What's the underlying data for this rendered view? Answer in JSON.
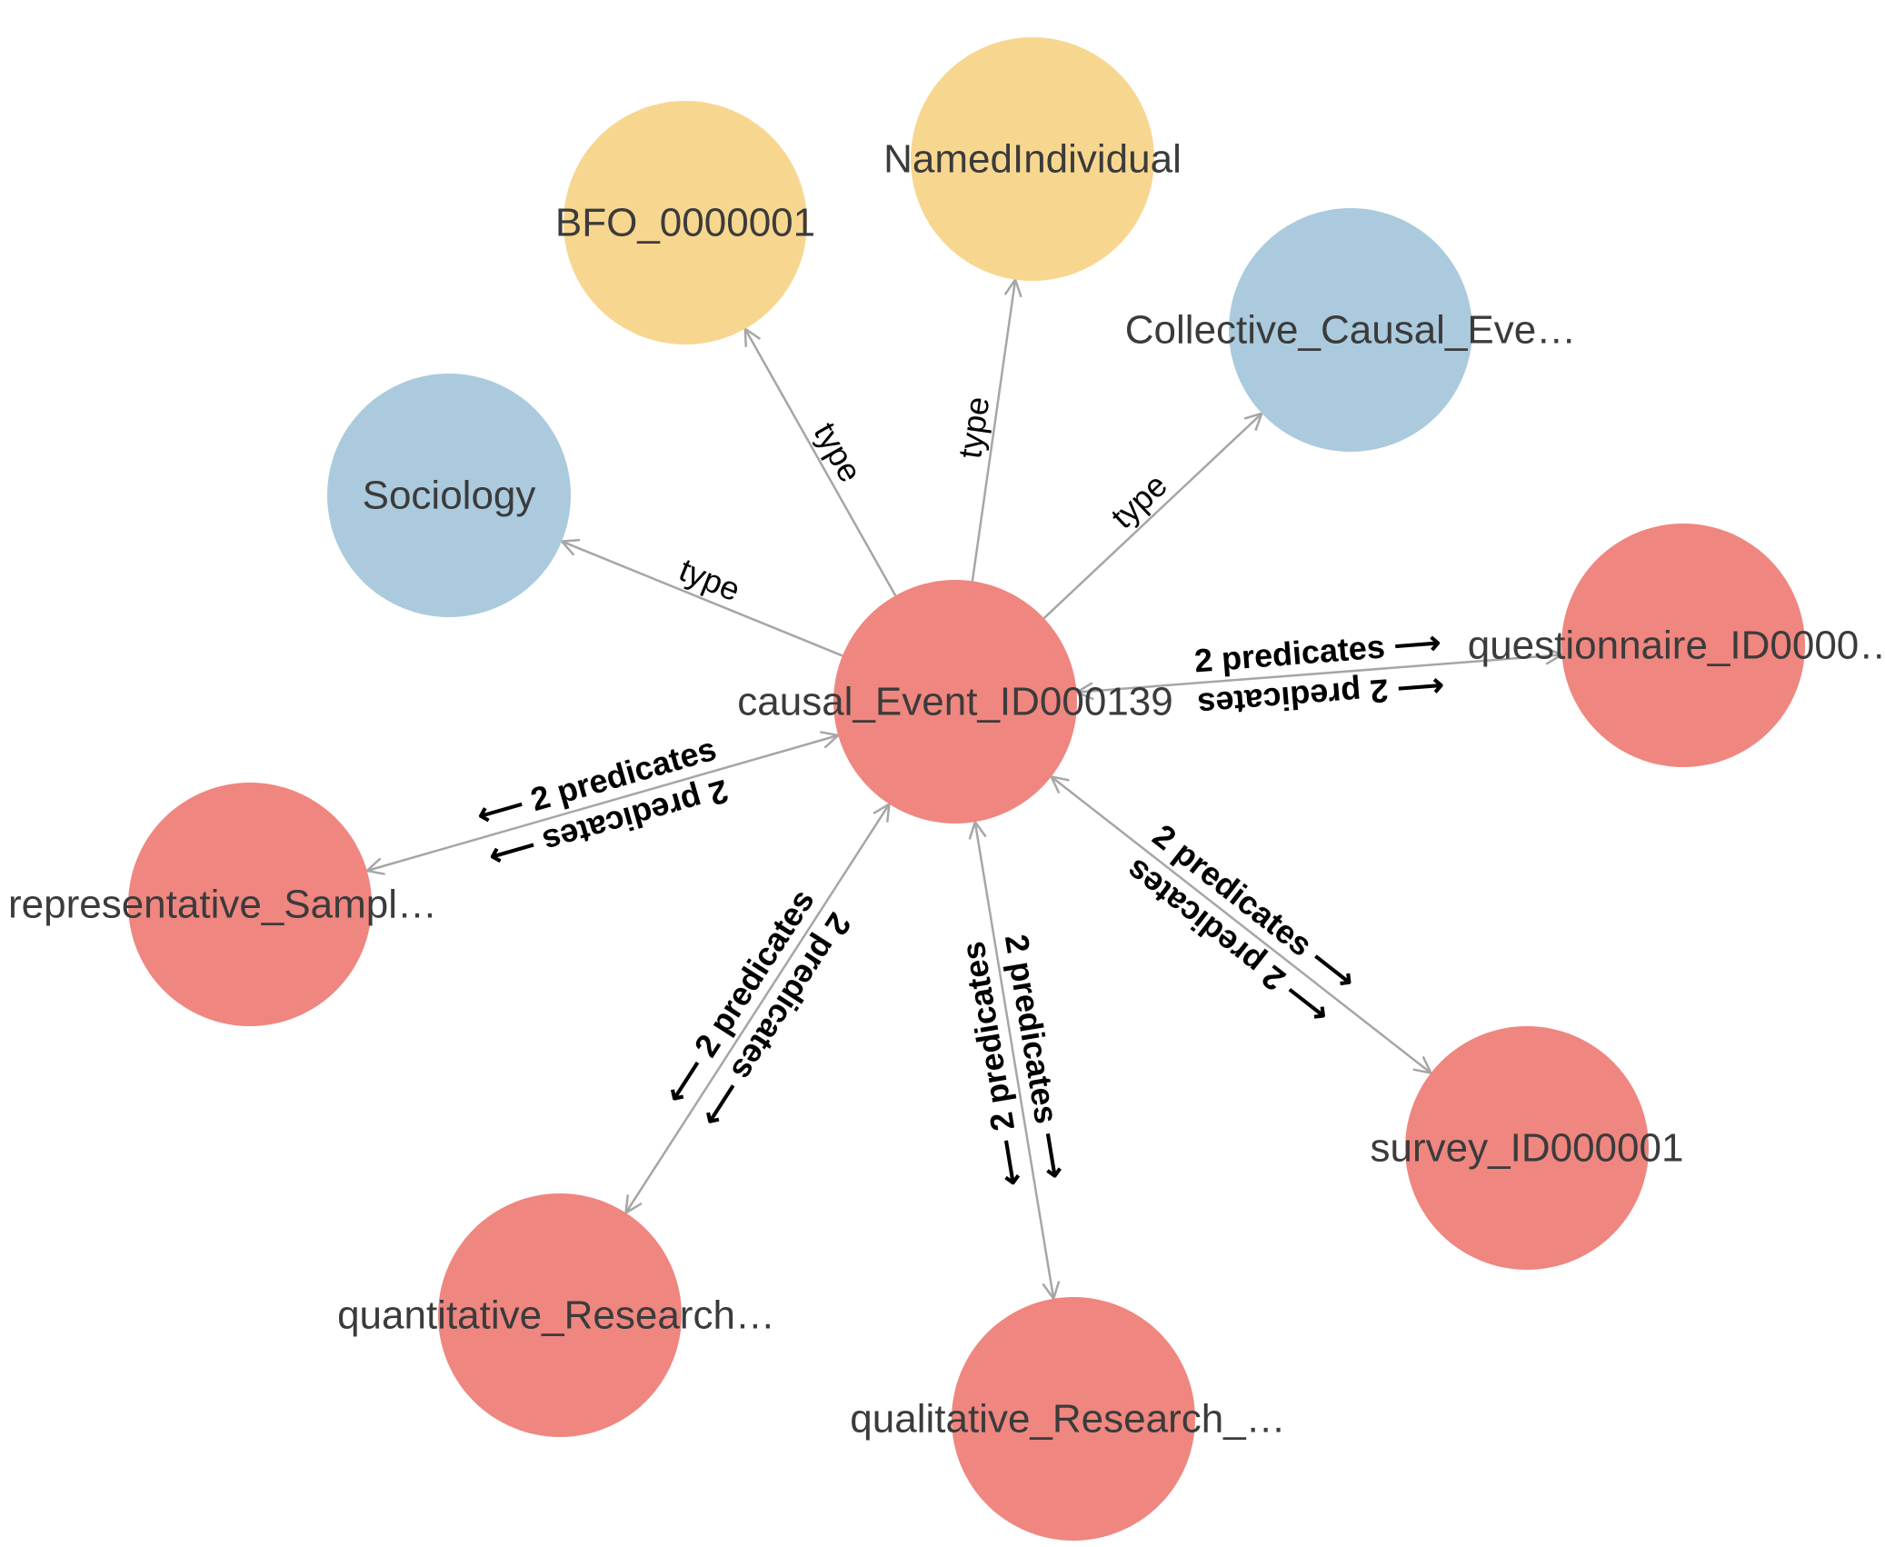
{
  "colors": {
    "class_yellow": "#f7d68f",
    "class_blue": "#abcadd",
    "instance_red": "#ef8680",
    "edge": "#a6a6a6",
    "node_text": "#3b3b3b",
    "edge_text": "#000000"
  },
  "nodes": [
    {
      "id": "center",
      "label": "causal_Event_ID000139",
      "kind": "instance"
    },
    {
      "id": "bfo",
      "label": "BFO_0000001",
      "kind": "class_yellow"
    },
    {
      "id": "named",
      "label": "NamedIndividual",
      "kind": "class_yellow"
    },
    {
      "id": "collective",
      "label": "Collective_Causal_Eve…",
      "kind": "class_blue"
    },
    {
      "id": "sociology",
      "label": "Sociology",
      "kind": "class_blue"
    },
    {
      "id": "questionnaire",
      "label": "questionnaire_ID0000…",
      "kind": "instance"
    },
    {
      "id": "representative",
      "label": "representative_Sampl…",
      "kind": "instance"
    },
    {
      "id": "survey",
      "label": "survey_ID000001",
      "kind": "instance"
    },
    {
      "id": "quantitative",
      "label": "quantitative_Research…",
      "kind": "instance"
    },
    {
      "id": "qualitative",
      "label": "qualitative_Research_…",
      "kind": "instance"
    }
  ],
  "edges": [
    {
      "from": "center",
      "to": "sociology",
      "labels": [
        "type"
      ],
      "bidirectional": false
    },
    {
      "from": "center",
      "to": "bfo",
      "labels": [
        "type"
      ],
      "bidirectional": false
    },
    {
      "from": "center",
      "to": "named",
      "labels": [
        "type"
      ],
      "bidirectional": false
    },
    {
      "from": "center",
      "to": "collective",
      "labels": [
        "type"
      ],
      "bidirectional": false
    },
    {
      "from": "center",
      "to": "questionnaire",
      "labels": [
        "2 predicates ⟶",
        "⟵ 2 predicates"
      ],
      "bidirectional": true
    },
    {
      "from": "center",
      "to": "representative",
      "labels": [
        "2 predicates ⟶",
        "⟵ 2 predicates"
      ],
      "bidirectional": true
    },
    {
      "from": "center",
      "to": "survey",
      "labels": [
        "2 predicates ⟶",
        "⟵ 2 predicates"
      ],
      "bidirectional": true
    },
    {
      "from": "center",
      "to": "quantitative",
      "labels": [
        "2 predicates ⟶",
        "⟵ 2 predicates"
      ],
      "bidirectional": true
    },
    {
      "from": "center",
      "to": "qualitative",
      "labels": [
        "2 predicates ⟶",
        "⟵ 2 predicates"
      ],
      "bidirectional": true
    }
  ]
}
